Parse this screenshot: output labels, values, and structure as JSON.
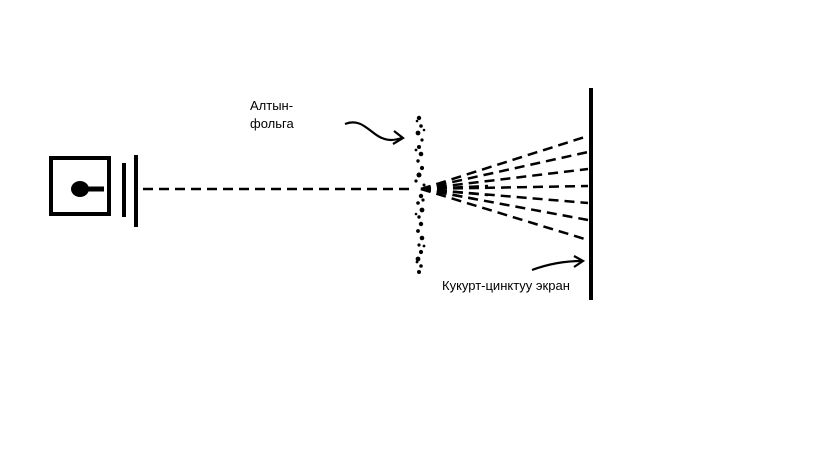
{
  "labels": {
    "gold_foil_line1": "Алтын-",
    "gold_foil_line2": "фольга",
    "screen": "Кукурт-цинктуу экран"
  },
  "colors": {
    "ink": "#000000",
    "background": "#ffffff"
  }
}
